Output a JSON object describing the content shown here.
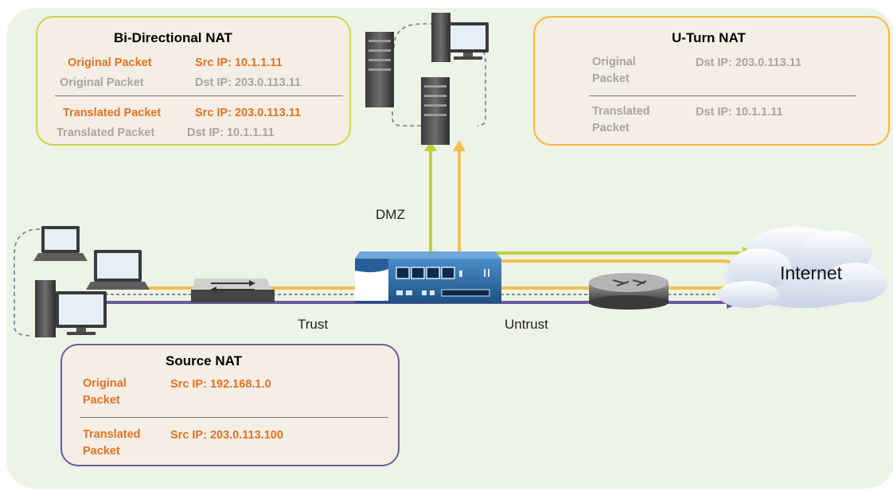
{
  "bidirectional": {
    "title": "Bi-Directional NAT",
    "rows": [
      {
        "label": "Original Packet",
        "value": "Src IP: 10.1.1.11",
        "highlight": true
      },
      {
        "label": "Original Packet",
        "value": "Dst IP: 203.0.113.11",
        "highlight": false
      },
      {
        "label": "Translated Packet",
        "value": "Src IP: 203.0.113.11",
        "highlight": true
      },
      {
        "label": "Translated Packet",
        "value": "Dst IP: 10.1.1.11",
        "highlight": false
      }
    ]
  },
  "uturn": {
    "title": "U-Turn NAT",
    "rows": [
      {
        "label": "Original Packet",
        "value": "Dst IP: 203.0.113.11"
      },
      {
        "label": "Translated Packet",
        "value": "Dst IP: 10.1.1.11"
      }
    ]
  },
  "source": {
    "title": "Source NAT",
    "rows": [
      {
        "label": "Original Packet",
        "value": "Src IP: 192.168.1.0"
      },
      {
        "label": "Translated Packet",
        "value": "Src IP: 203.0.113.100"
      }
    ]
  },
  "zones": {
    "dmz": "DMZ",
    "trust": "Trust",
    "untrust": "Untrust",
    "internet": "Internet"
  },
  "colors": {
    "orange_text": "#e37222",
    "gray_text": "#a5a5a5",
    "yellow_green_line": "#bcd243",
    "orange_line": "#f6be4d",
    "purple_line": "#6e5a9b",
    "bidirectional_border": "#c6d84e",
    "uturn_border": "#f6b93b",
    "source_border": "#6e5a9b"
  }
}
